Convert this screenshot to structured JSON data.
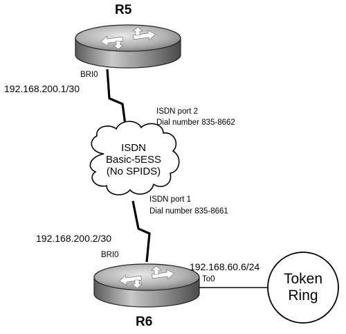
{
  "routers": {
    "r5": {
      "name": "R5",
      "interface": "BRI0",
      "ip": "192.168.200.1/30"
    },
    "r6": {
      "name": "R6",
      "interface": "BRI0",
      "ip": "192.168.200.2/30",
      "lan_interface": "To0",
      "lan_ip": "192.168.60.6/24"
    }
  },
  "isdn": {
    "cloud_lines": [
      "ISDN",
      "Basic-5ESS",
      "(No SPIDS)"
    ],
    "port2": {
      "port": "ISDN port 2",
      "dial": "Dial number 835-8662"
    },
    "port1": {
      "port": "ISDN port 1",
      "dial": "Dial number 835-8661"
    }
  },
  "token_ring": {
    "lines": [
      "Token",
      "Ring"
    ]
  }
}
